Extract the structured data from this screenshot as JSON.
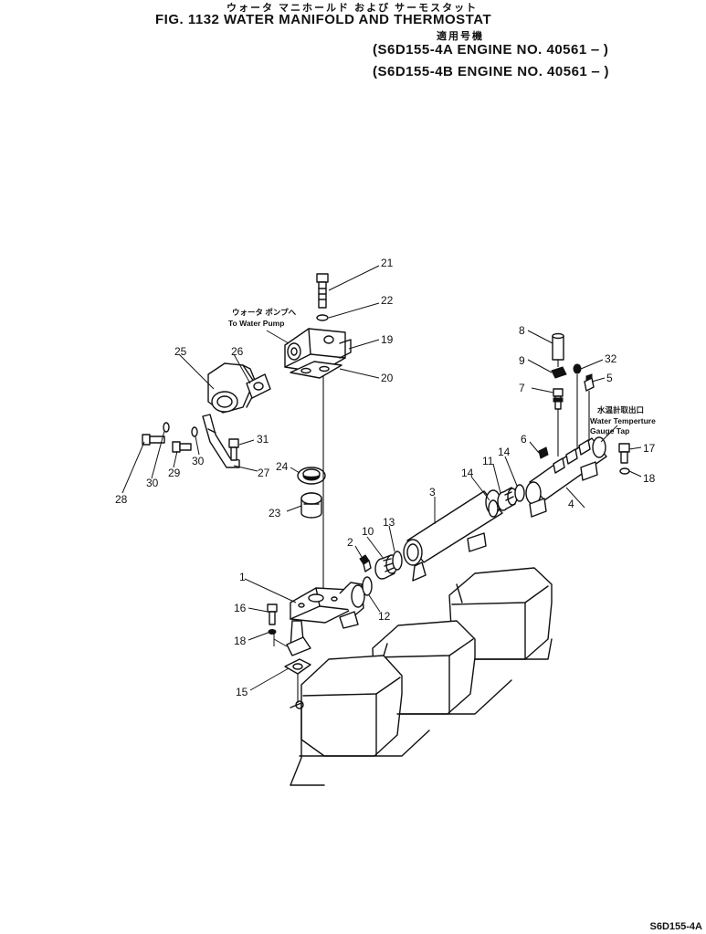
{
  "header": {
    "title_jp": "ウォータ マニホールド および サーモスタット",
    "title": "FIG. 1132 WATER MANIFOLD AND THERMOSTAT",
    "applicable_jp": "適用号機",
    "engines": [
      "(S6D155-4A  ENGINE NO. 40561 ‒ )",
      "(S6D155-4B  ENGINE NO. 40561 ‒ )"
    ]
  },
  "notes": {
    "water_pump_jp": "ウォータ ポンプへ",
    "water_pump": "To Water Pump",
    "gauge_tap_jp": "水温計取出口",
    "gauge_tap_1": "Water Temperture",
    "gauge_tap_2": "Gauge Tap"
  },
  "callouts": [
    "21",
    "22",
    "19",
    "20",
    "25",
    "26",
    "28",
    "30",
    "29",
    "30",
    "31",
    "27",
    "24",
    "23",
    "1",
    "16",
    "18",
    "15",
    "2",
    "10",
    "12",
    "13",
    "3",
    "14",
    "11",
    "14",
    "6",
    "7",
    "9",
    "8",
    "32",
    "5",
    "4",
    "17",
    "18"
  ],
  "drawing_code": "S6D155-4A"
}
